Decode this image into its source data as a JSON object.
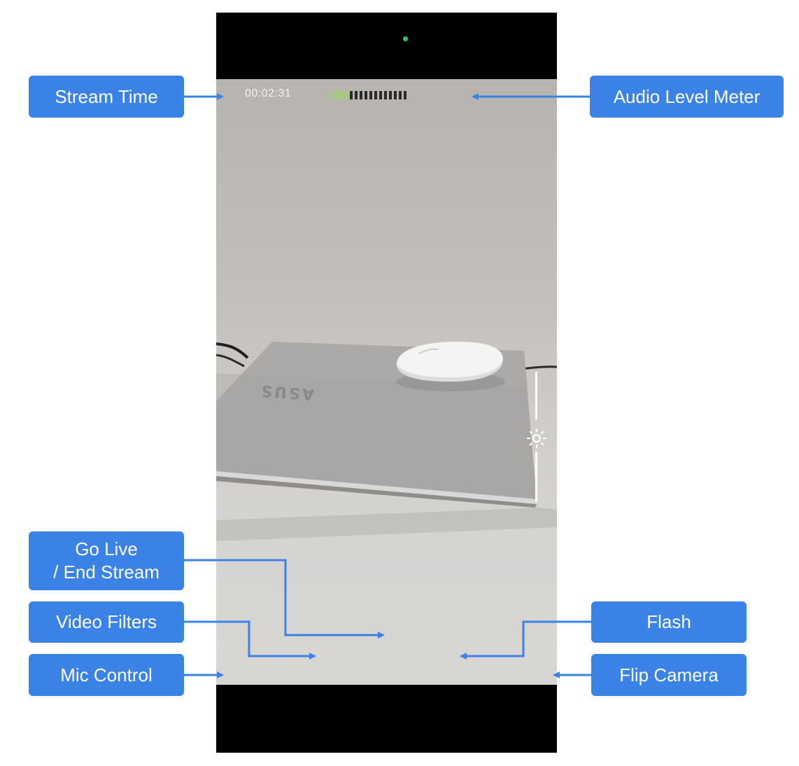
{
  "overlay": {
    "stream_time": "00:02:31",
    "audio_meter": {
      "segments_total": 16,
      "segments_active": 4,
      "active_color": "#9dd46b",
      "inactive_color": "#2a2a2a"
    },
    "laptop_logo_text": "ASUS"
  },
  "controls": {
    "mic": {
      "icon": "microphone-icon"
    },
    "filters": {
      "icon": "color-filters-icon"
    },
    "record": {
      "icon": "stop-icon",
      "color": "#ef4a4a"
    },
    "flash": {
      "icon": "flash-off-icon"
    },
    "flip": {
      "icon": "flip-camera-icon"
    },
    "exposure": {
      "icon": "sun-brightness-icon"
    }
  },
  "callouts": {
    "stream_time": "Stream Time",
    "audio_level_meter": "Audio Level Meter",
    "go_live_line1": "Go Live",
    "go_live_line2": "/ End Stream",
    "video_filters": "Video Filters",
    "mic_control": "Mic Control",
    "flash": "Flash",
    "flip_camera": "Flip Camera"
  },
  "colors": {
    "callout_bg": "#3b82e6",
    "status_dot": "#31c45a"
  }
}
